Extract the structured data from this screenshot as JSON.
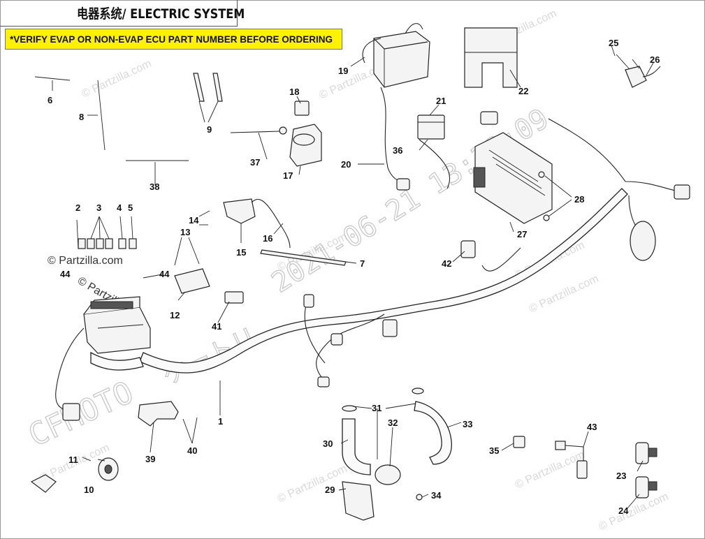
{
  "header": {
    "title": "电器系统/ ELECTRIC SYSTEM",
    "notice": "*VERIFY EVAP OR NON-EVAP ECU PART NUMBER BEFORE ORDERING"
  },
  "watermarks": {
    "site": "© Partzilla.com",
    "brand": "CFMOTO",
    "kana": "ケートリ",
    "timestamp": "2021-06-21 13:32:09"
  },
  "callouts": {
    "c1": "1",
    "c2": "2",
    "c3": "3",
    "c4": "4",
    "c5": "5",
    "c6": "6",
    "c7": "7",
    "c8": "8",
    "c9": "9",
    "c10": "10",
    "c11": "11",
    "c12": "12",
    "c13": "13",
    "c14": "14",
    "c15": "15",
    "c16": "16",
    "c17": "17",
    "c18": "18",
    "c19": "19",
    "c20": "20",
    "c21": "21",
    "c22": "22",
    "c23": "23",
    "c24": "24",
    "c25": "25",
    "c26": "26",
    "c27": "27",
    "c28": "28",
    "c29": "29",
    "c30": "30",
    "c31": "31",
    "c32": "32",
    "c33": "33",
    "c34": "34",
    "c35": "35",
    "c36": "36",
    "c37": "37",
    "c38": "38",
    "c39": "39",
    "c40": "40",
    "c41": "41",
    "c42": "42",
    "c43": "43",
    "c44": "44"
  }
}
